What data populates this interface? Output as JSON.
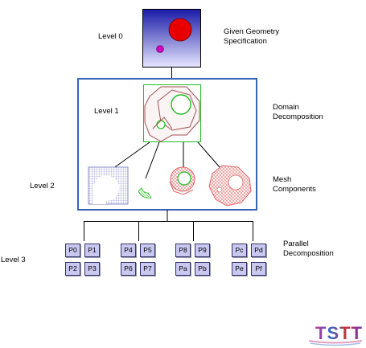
{
  "levels": {
    "level0": "Level 0",
    "level1": "Level 1",
    "level2": "Level 2",
    "level3": "Level 3"
  },
  "descriptions": {
    "geometry_line1": "Given Geometry",
    "geometry_line2": "Specification",
    "domain_line1": "Domain",
    "domain_line2": "Decomposition",
    "mesh_line1": "Mesh",
    "mesh_line2": "Components",
    "parallel_line1": "Parallel",
    "parallel_line2": "Decomposition"
  },
  "processors": {
    "group1": [
      "P0",
      "P1",
      "P2",
      "P3"
    ],
    "group2": [
      "P4",
      "P5",
      "P6",
      "P7"
    ],
    "group3": [
      "P8",
      "P9",
      "Pa",
      "Pb"
    ],
    "group4": [
      "Pc",
      "Pd",
      "Pe",
      "Pf"
    ]
  },
  "logo_text": "TSTT",
  "colors": {
    "frame": "#3a64b4",
    "geometry_top": "#1a1aa8",
    "geometry_bottom": "#e6e6ff",
    "red_circle": "#e80000",
    "magenta_dot": "#d000c0",
    "green": "#22bb22",
    "mesh_red": "#dd6666",
    "proc_fill": "#c8c8f0"
  }
}
